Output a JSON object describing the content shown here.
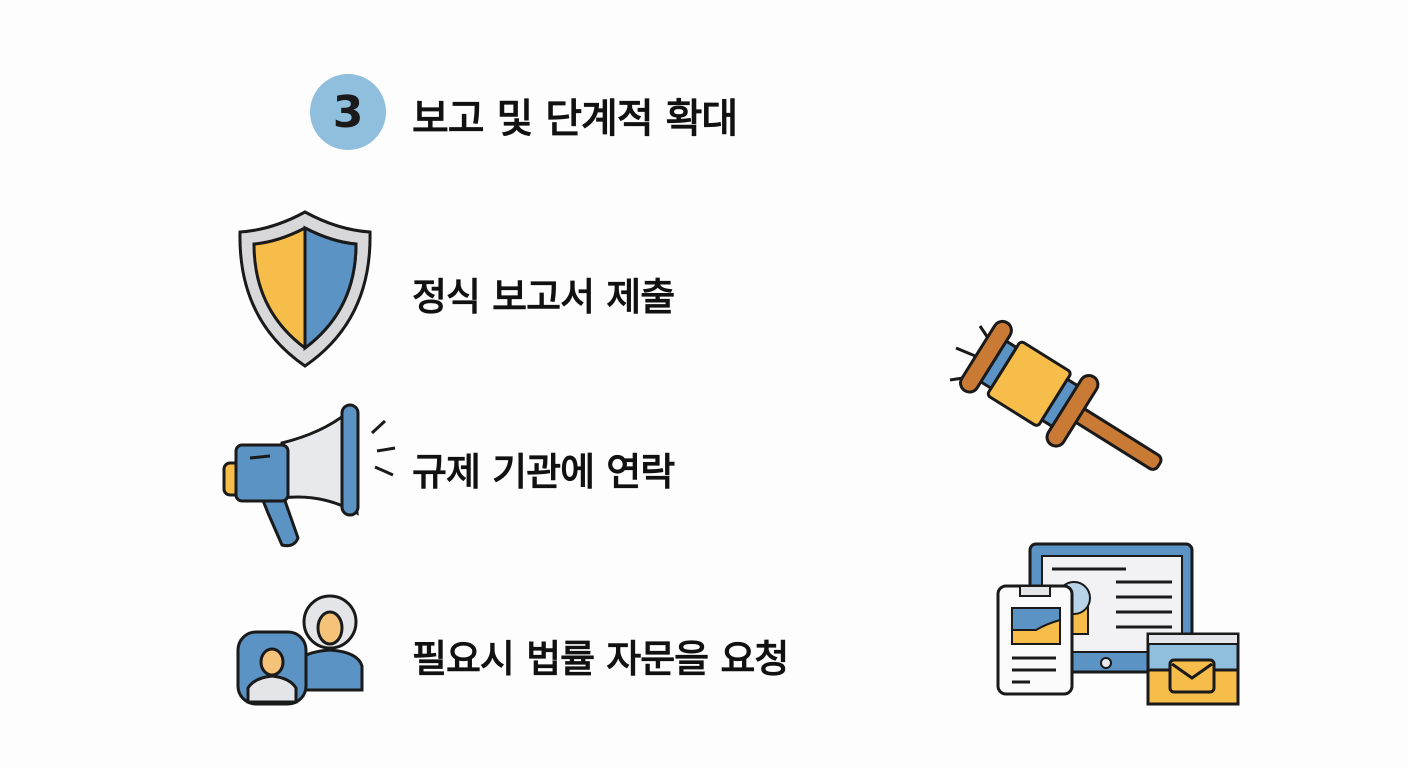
{
  "header": {
    "step_number": "3",
    "title": "보고 및 단계적 확대"
  },
  "items": [
    {
      "label": "정식 보고서 제출",
      "icon": "shield-icon"
    },
    {
      "label": "규제 기관에 연락",
      "icon": "megaphone-icon"
    },
    {
      "label": "필요시 법률 자문을 요청",
      "icon": "people-icon"
    }
  ],
  "illustrations": [
    "gavel-icon",
    "devices-icon"
  ],
  "colors": {
    "badge": "#8fbfdc",
    "yellow": "#f7bd4a",
    "blue": "#5b93c4",
    "brown": "#c97a35"
  }
}
